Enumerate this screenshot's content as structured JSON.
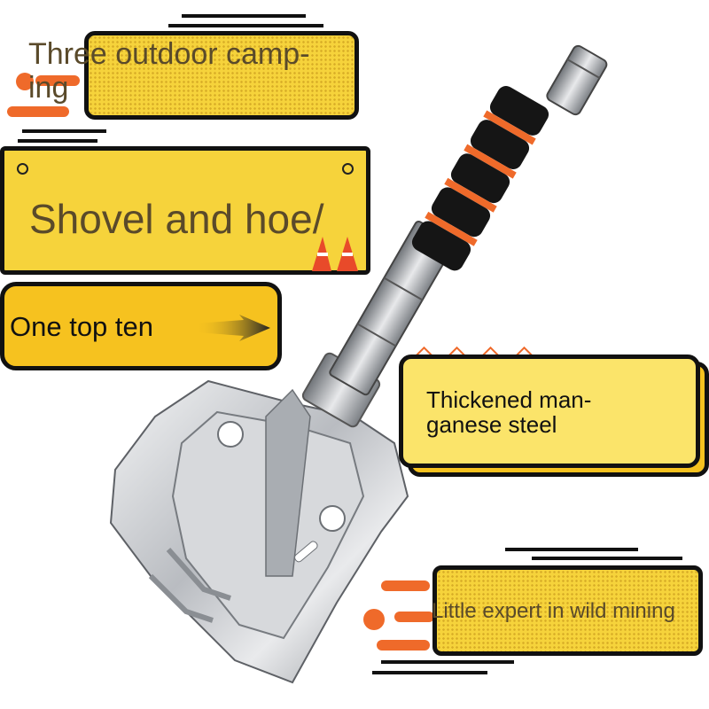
{
  "labels": {
    "camping": "Three outdoor camp-ing",
    "shovel_hoe": "Shovel and hoe/",
    "top_ten": "One top ten",
    "steel": "Thickened man-ganese steel",
    "mining": "Little expert in wild mining"
  },
  "colors": {
    "card_yellow": "#f6d33b",
    "card_yellow_light": "#fbe46a",
    "border": "#111111",
    "accent_orange": "#ef6a2a",
    "text": "#5a4a2a",
    "steel": "#c9ccd0",
    "grip_black": "#151515"
  },
  "icons": [
    "arrow-icon",
    "traffic-cone-icon",
    "shovel-illustration"
  ]
}
